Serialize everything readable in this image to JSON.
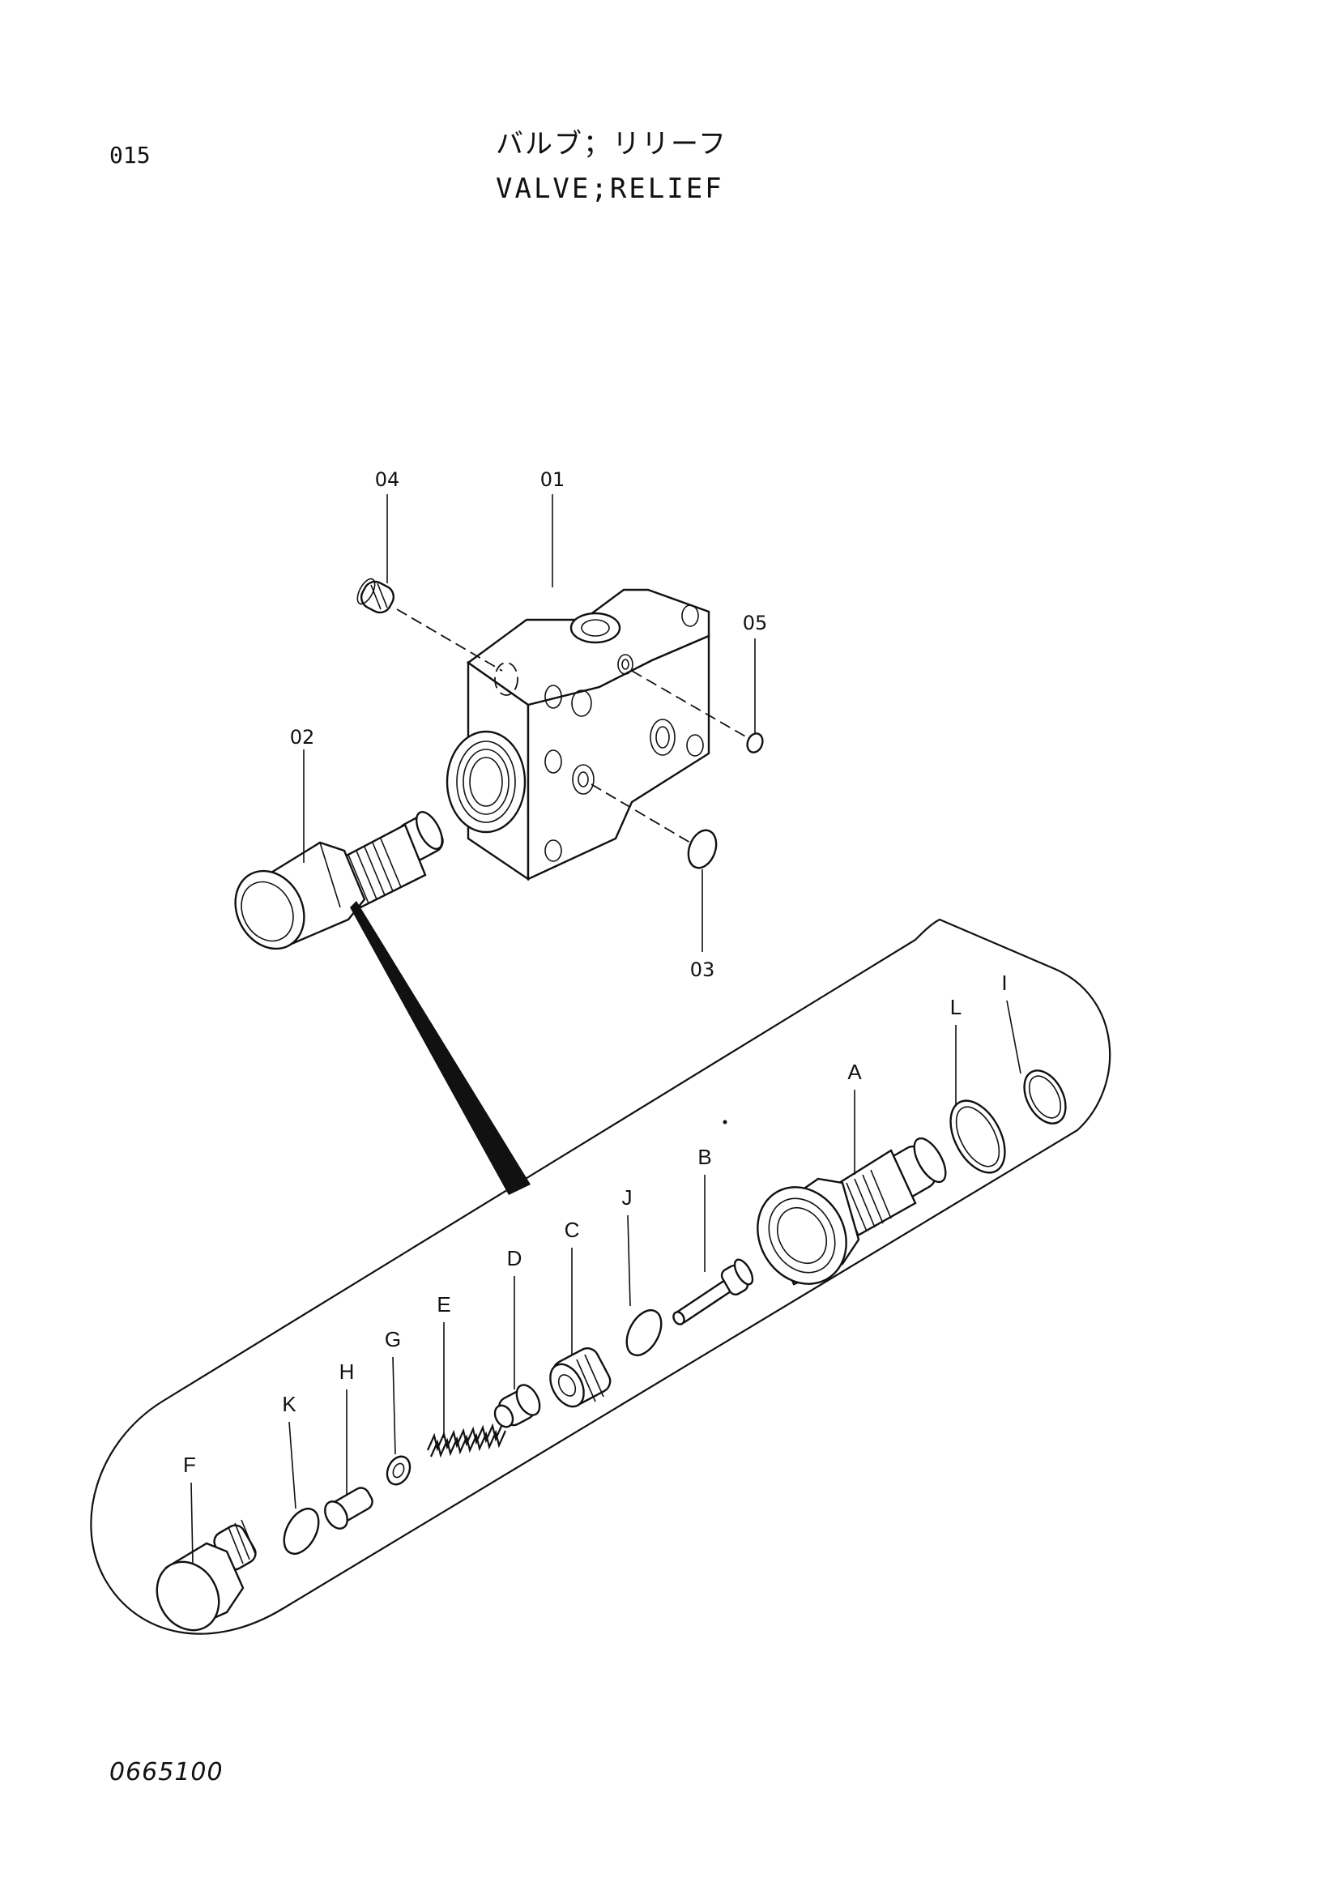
{
  "header": {
    "page_number": "015",
    "title_jp": "バルブ；リリーフ",
    "title_en": "VALVE;RELIEF"
  },
  "footer": {
    "drawing_number": "0665100"
  },
  "callouts": {
    "c01": "01",
    "c02": "02",
    "c03": "03",
    "c04": "04",
    "c05": "05",
    "cA": "A",
    "cB": "B",
    "cC": "C",
    "cD": "D",
    "cE": "E",
    "cF": "F",
    "cG": "G",
    "cH": "H",
    "cI": "I",
    "cJ": "J",
    "cK": "K",
    "cL": "L"
  }
}
